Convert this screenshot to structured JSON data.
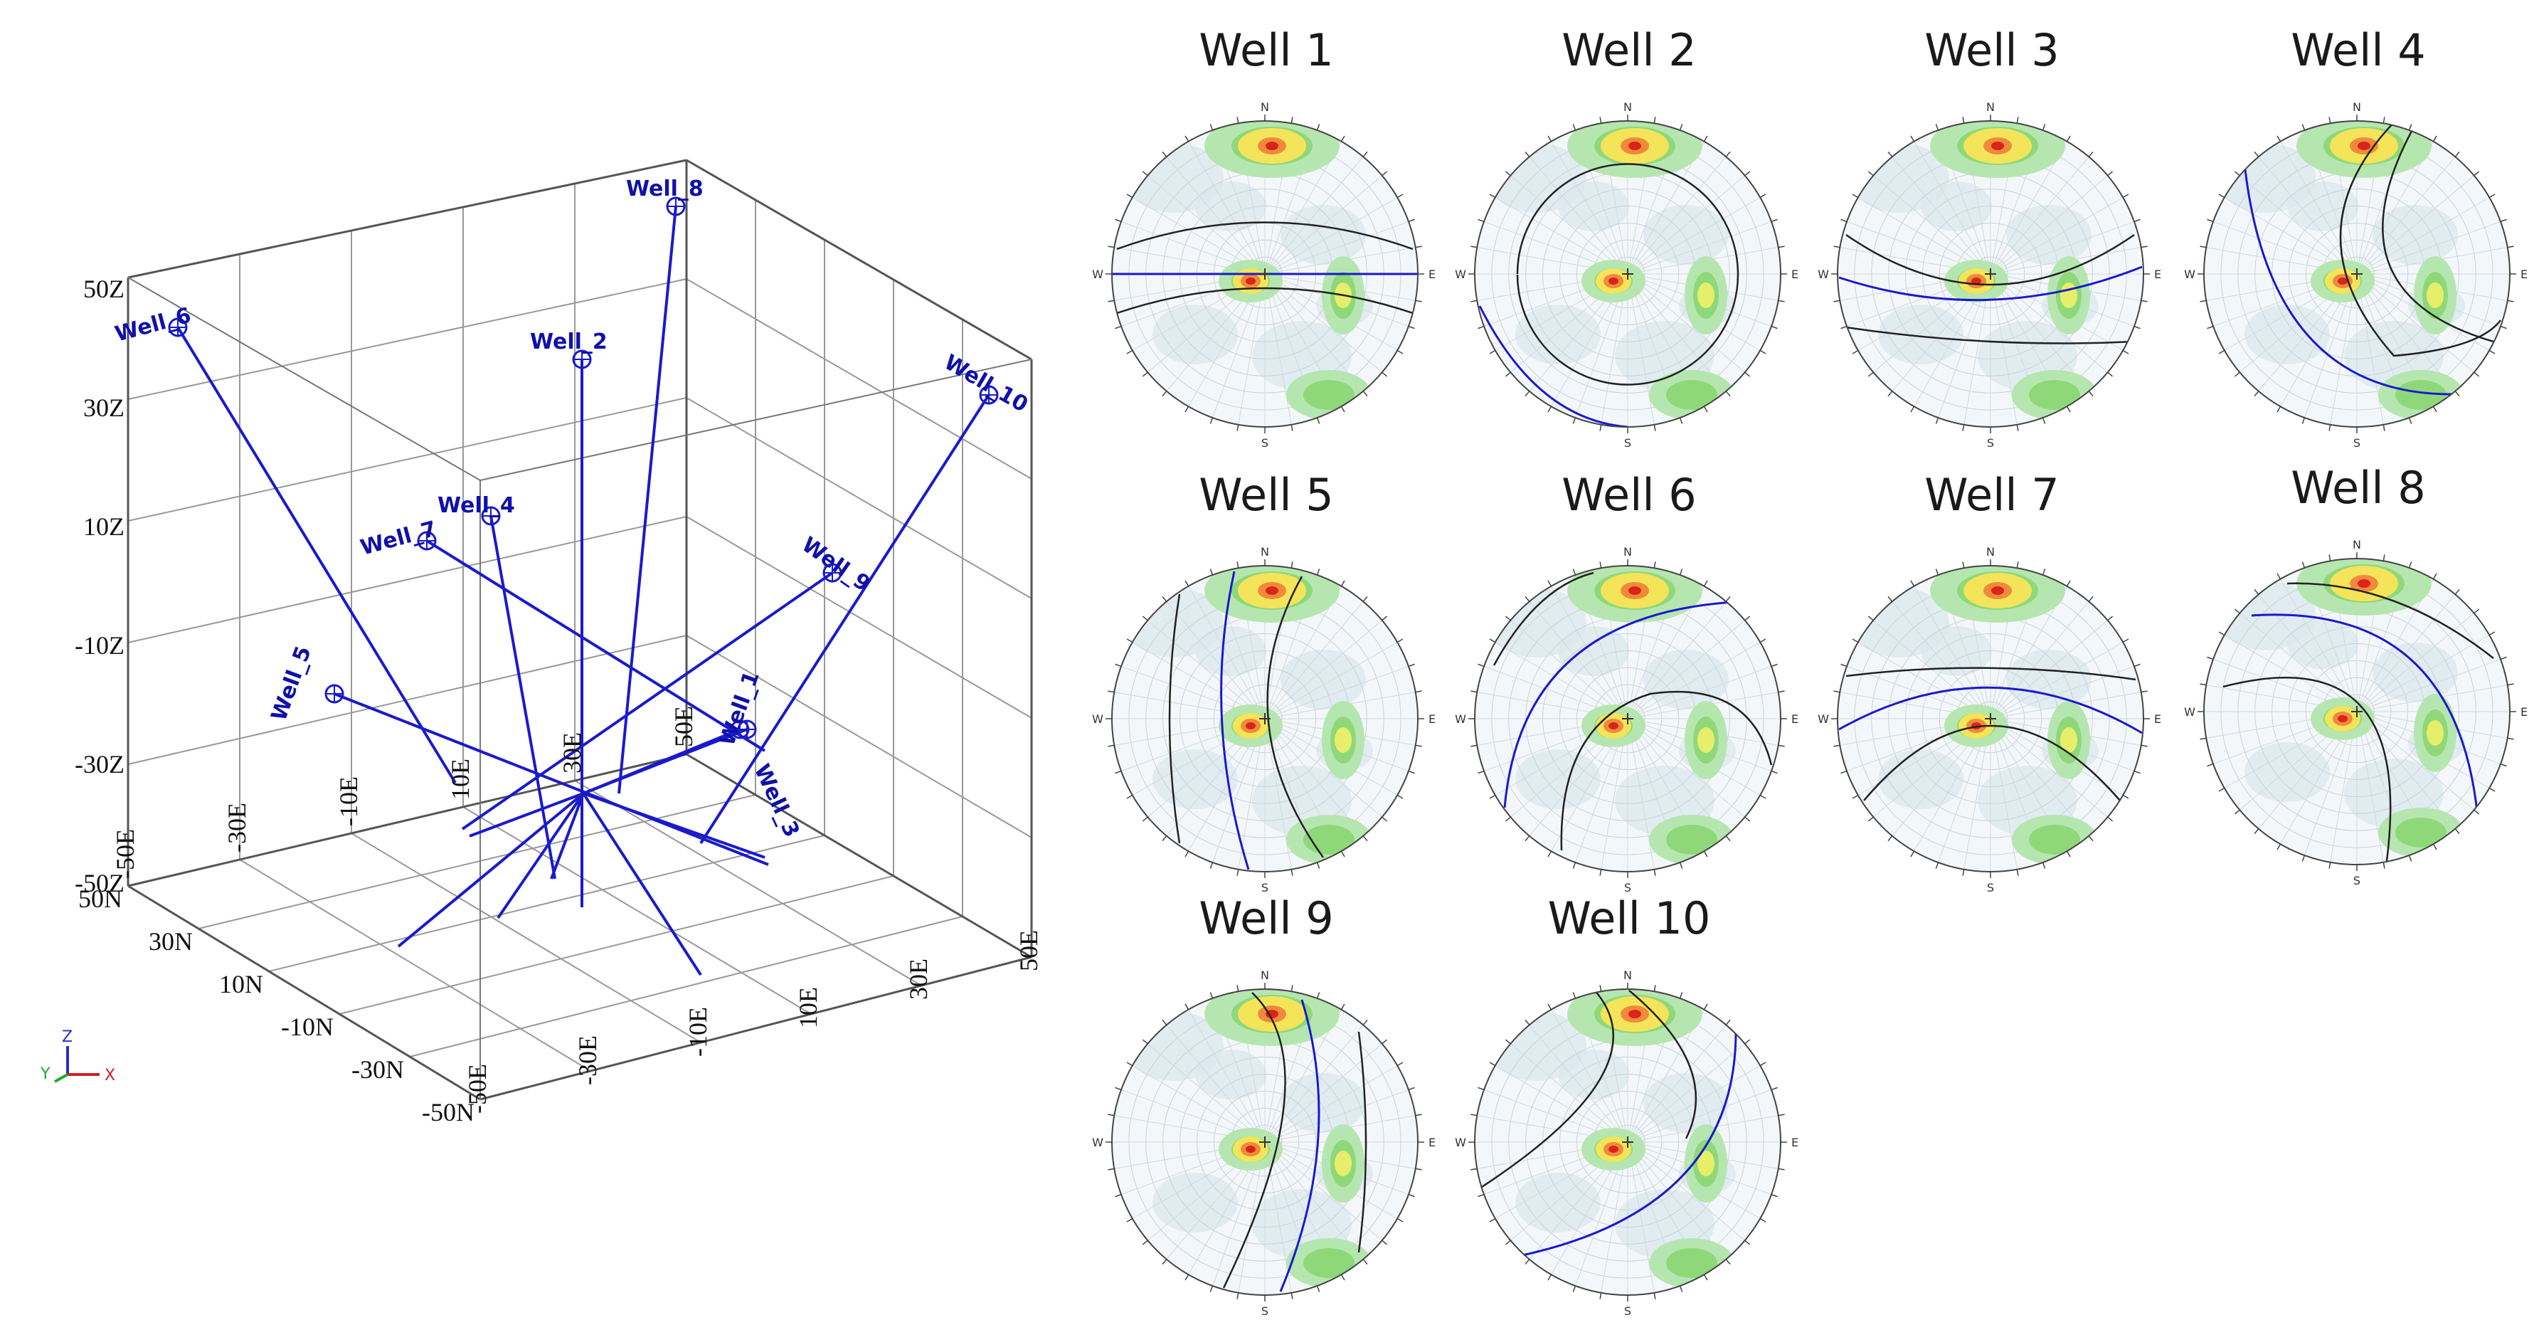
{
  "cube": {
    "z_ticks": [
      "50Z",
      "30Z",
      "10Z",
      "-10Z",
      "-30Z",
      "-50Z"
    ],
    "e_ticks_back": [
      "-50E",
      "-30E",
      "-10E",
      "10E",
      "30E",
      "50E"
    ],
    "n_ticks": [
      "50N",
      "30N",
      "10N",
      "-10N",
      "-30N",
      "-50N"
    ],
    "e_ticks_front": [
      "-50E",
      "-30E",
      "-10E",
      "10E",
      "30E",
      "50E"
    ],
    "wells": [
      "Well_6",
      "Well_8",
      "Well_2",
      "Well_10",
      "Well_7",
      "Well_4",
      "Well_9",
      "Well_5",
      "Well_1",
      "Well_3"
    ],
    "axes_triad": {
      "x": "X",
      "y": "Y",
      "z": "Z"
    },
    "line_color": "#1a1acc"
  },
  "stereonets": [
    {
      "title": "Well 1"
    },
    {
      "title": "Well 2"
    },
    {
      "title": "Well 3"
    },
    {
      "title": "Well 4"
    },
    {
      "title": "Well 5"
    },
    {
      "title": "Well 6"
    },
    {
      "title": "Well 7"
    },
    {
      "title": "Well 8"
    },
    {
      "title": "Well 9"
    },
    {
      "title": "Well 10"
    }
  ],
  "directions": {
    "n": "N",
    "s": "S",
    "e": "E",
    "w": "W"
  }
}
